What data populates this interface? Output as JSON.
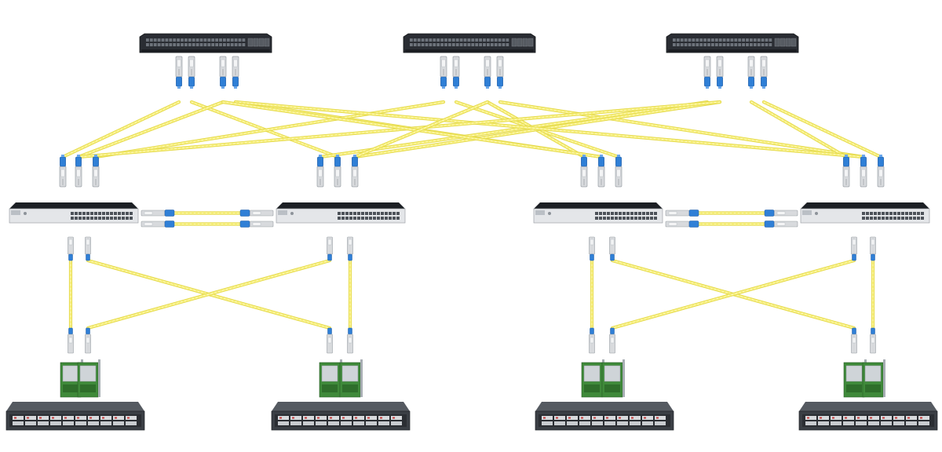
{
  "diagram": {
    "type": "network-topology",
    "tiers": [
      "core-switches",
      "distribution-switches",
      "servers"
    ],
    "counts": {
      "core_switches": 3,
      "distribution_switches": 4,
      "servers": 4,
      "nics": 8
    },
    "colors": {
      "fiber": "#f7ef7a",
      "fiber_edge": "#e3d84a",
      "connector_blue": "#2f7fd6",
      "switch_body": "#2a2d33",
      "switch_panel": "#3a3e45",
      "server_body": "#3b3f45",
      "server_face": "#d7d9dc",
      "pcb": "#3f8a3a",
      "transceiver": "#d8dadd"
    },
    "icons": [
      "core-switch-icon",
      "distribution-switch-icon",
      "server-icon",
      "nic-card-icon",
      "transceiver-icon",
      "fiber-cable-icon"
    ]
  }
}
